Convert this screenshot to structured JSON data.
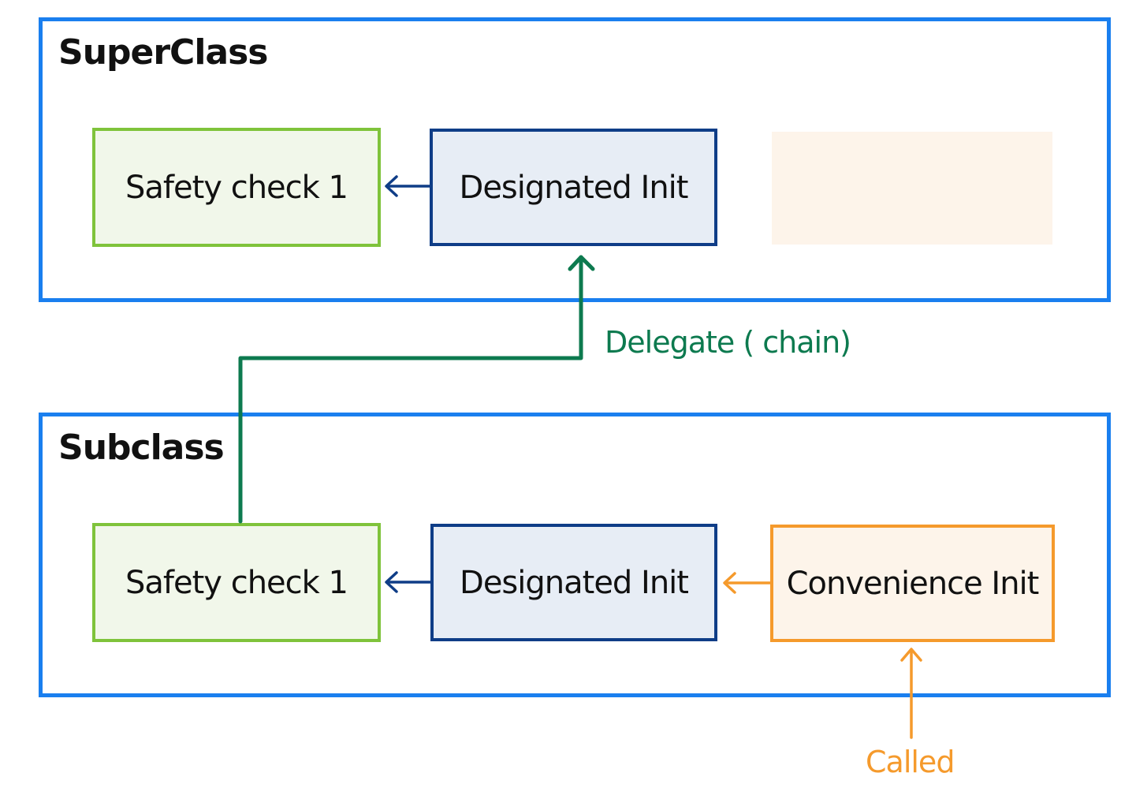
{
  "superclass": {
    "title": "SuperClass",
    "safety_check": "Safety check 1",
    "designated_init": "Designated Init"
  },
  "subclass": {
    "title": "Subclass",
    "safety_check": "Safety check 1",
    "designated_init": "Designated Init",
    "convenience_init": "Convenience Init"
  },
  "edges": {
    "delegate_label": "Delegate ( chain)",
    "called_label": "Called"
  },
  "colors": {
    "container_border": "#1a7fef",
    "safety_border": "#7fc33b",
    "safety_fill": "#f1f7ea",
    "designated_border": "#0f3d87",
    "designated_fill": "#e7edf5",
    "convenience_border": "#f59a2c",
    "convenience_fill": "#fdf4ea",
    "delegate_arrow": "#0d7a4f",
    "called_arrow": "#f59a2c",
    "internal_arrow": "#0f3d87"
  }
}
